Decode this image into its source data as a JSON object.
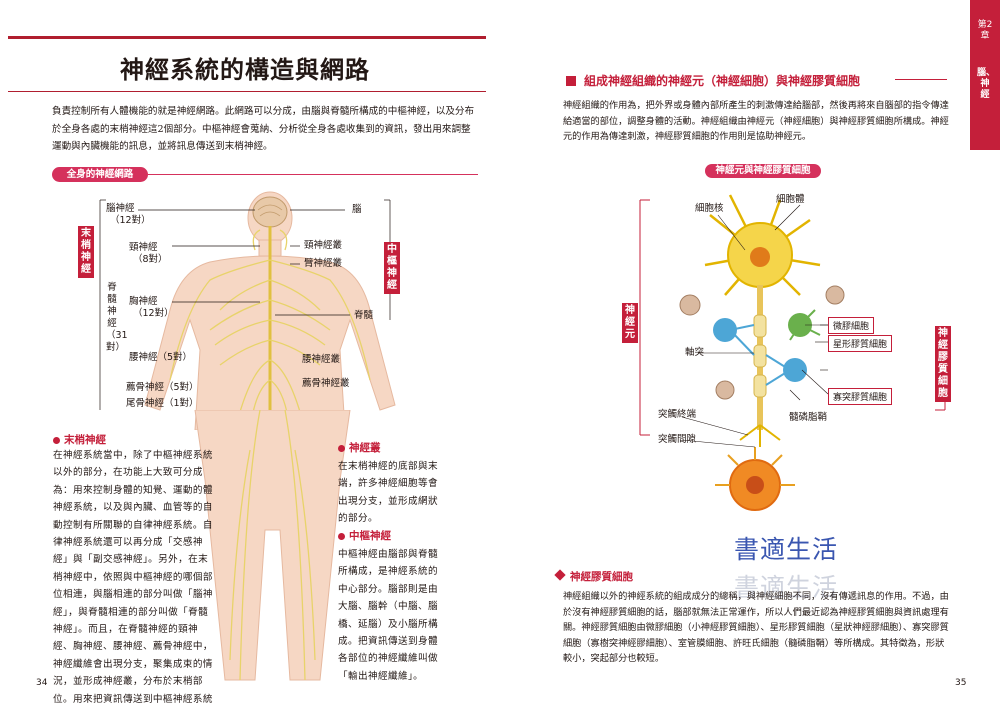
{
  "left": {
    "title": "神經系統的構造與網路",
    "intro": "負責控制所有人體機能的就是神經網路。此網路可以分成，由腦與脊髓所構成的中樞神經，以及分布於全身各處的末梢神經這2個部分。中樞神經會蒐納、分析從全身各處收集到的資訊，發出用來調整運動與內臟機能的訊息，並將訊息傳送到末梢神經。",
    "figure_label": "全身的神經網路",
    "tags": {
      "peripheral": "末梢神經",
      "central": "中樞神經"
    },
    "left_labels": {
      "cranial": "腦神經",
      "cranial_count": "（12對）",
      "cervical": "頸神經",
      "cervical_count": "（8對）",
      "spinal_v": "脊髓神經",
      "spinal_count": "（31對）",
      "thoracic": "胸神經",
      "thoracic_count": "（12對）",
      "lumbar": "腰神經（5對）",
      "sacral": "薦骨神經（5對）",
      "coccygeal": "尾骨神經（1對）"
    },
    "right_labels": {
      "brain": "腦",
      "cervical_plexus": "頸神經叢",
      "brachial_plexus": "臂神經叢",
      "spinal_cord": "脊髓",
      "lumbar_plexus": "腰神經叢",
      "sacral_plexus": "薦骨神經叢"
    },
    "sec_peripheral": {
      "heading": "末梢神經",
      "text": "在神經系統當中，除了中樞神經系統以外的部分，在功能上大致可分成為：用來控制身體的知覺、運動的體神經系統，以及與內臟、血管等的自動控制有所關聯的自律神經系統。自律神經系統還可以再分成「交感神經」與「副交感神經」。另外，在末梢神經中，依照與中樞神經的哪個部位相連，與腦相連的部分叫做「腦神經」，與脊髓相連的部分叫做「脊髓神經」。而且，在脊髓神經的頸神經、胸神經、腰神經、薦骨神經中，神經纖維會出現分支，聚集成束的情況，並形成神經叢，分布於末梢部位。用來把資訊傳送到中樞神經系統的神經纖維叫做「傳入神經纖維」。"
    },
    "sec_ganglion": {
      "heading": "神經叢",
      "text": "在末梢神經的底部與末端，許多神經細胞等會出現分支，並形成網狀的部分。"
    },
    "sec_central": {
      "heading": "中樞神經",
      "text": "中樞神經由腦部與脊髓所構成，是神經系統的中心部分。腦部則是由大腦、腦幹（中腦、腦橋、延腦）及小腦所構成。把資訊傳送到身體各部位的神經纖維叫做「輸出神經纖維」。"
    },
    "page_number": "34"
  },
  "right": {
    "chapter_tab": {
      "chapter": "第2章",
      "topic": "腦、神經"
    },
    "heading": "組成神經組織的神經元（神經細胞）與神經膠質細胞",
    "intro": "神經組織的作用為，把外界或身體內部所產生的刺激傳達給腦部，然後再將來自腦部的指令傳達給適當的部位，調整身體的活動。神經組織由神經元（神經細胞）與神經膠質細胞所構成。神經元的作用為傳達刺激，神經膠質細胞的作用則是協助神經元。",
    "figure_label": "神經元與神經膠質細胞",
    "labels": {
      "neuron_tag": "神經元",
      "glia_tag": "神經膠質細胞",
      "nucleus": "細胞核",
      "cell_body": "細胞體",
      "axon": "軸突",
      "terminal": "突觸終端",
      "synapse": "突觸間隙",
      "myelin": "髓磷脂鞘",
      "microglia": "微膠細胞",
      "astrocyte": "星形膠質細胞",
      "oligodendrocyte": "寡突膠質細胞"
    },
    "glia_section": {
      "heading": "神經膠質細胞",
      "text": "神經組織以外的神經系統的組成成分的總稱，與神經細胞不同，沒有傳遞訊息的作用。不過，由於沒有神經膠質細胞的話，腦部就無法正常運作，所以人們最近認為神經膠質細胞與資訊處理有關。神經膠質細胞由微膠細胞（小神經膠質細胞）、星形膠質細胞（星狀神經膠細胞）、寡突膠質細胞（寡樹突神經膠細胞）、室管膜細胞、許旺氏細胞（髓磷脂鞘）等所構成。其特徵為，形狀較小，突起部分也較短。"
    },
    "watermark": "書適生活",
    "page_number": "35"
  },
  "colors": {
    "accent": "#c41f3a",
    "pill": "#d5315c",
    "nerve": "#e8d36a",
    "glia_blue": "#4da6d6",
    "glia_green": "#6ab04c"
  }
}
